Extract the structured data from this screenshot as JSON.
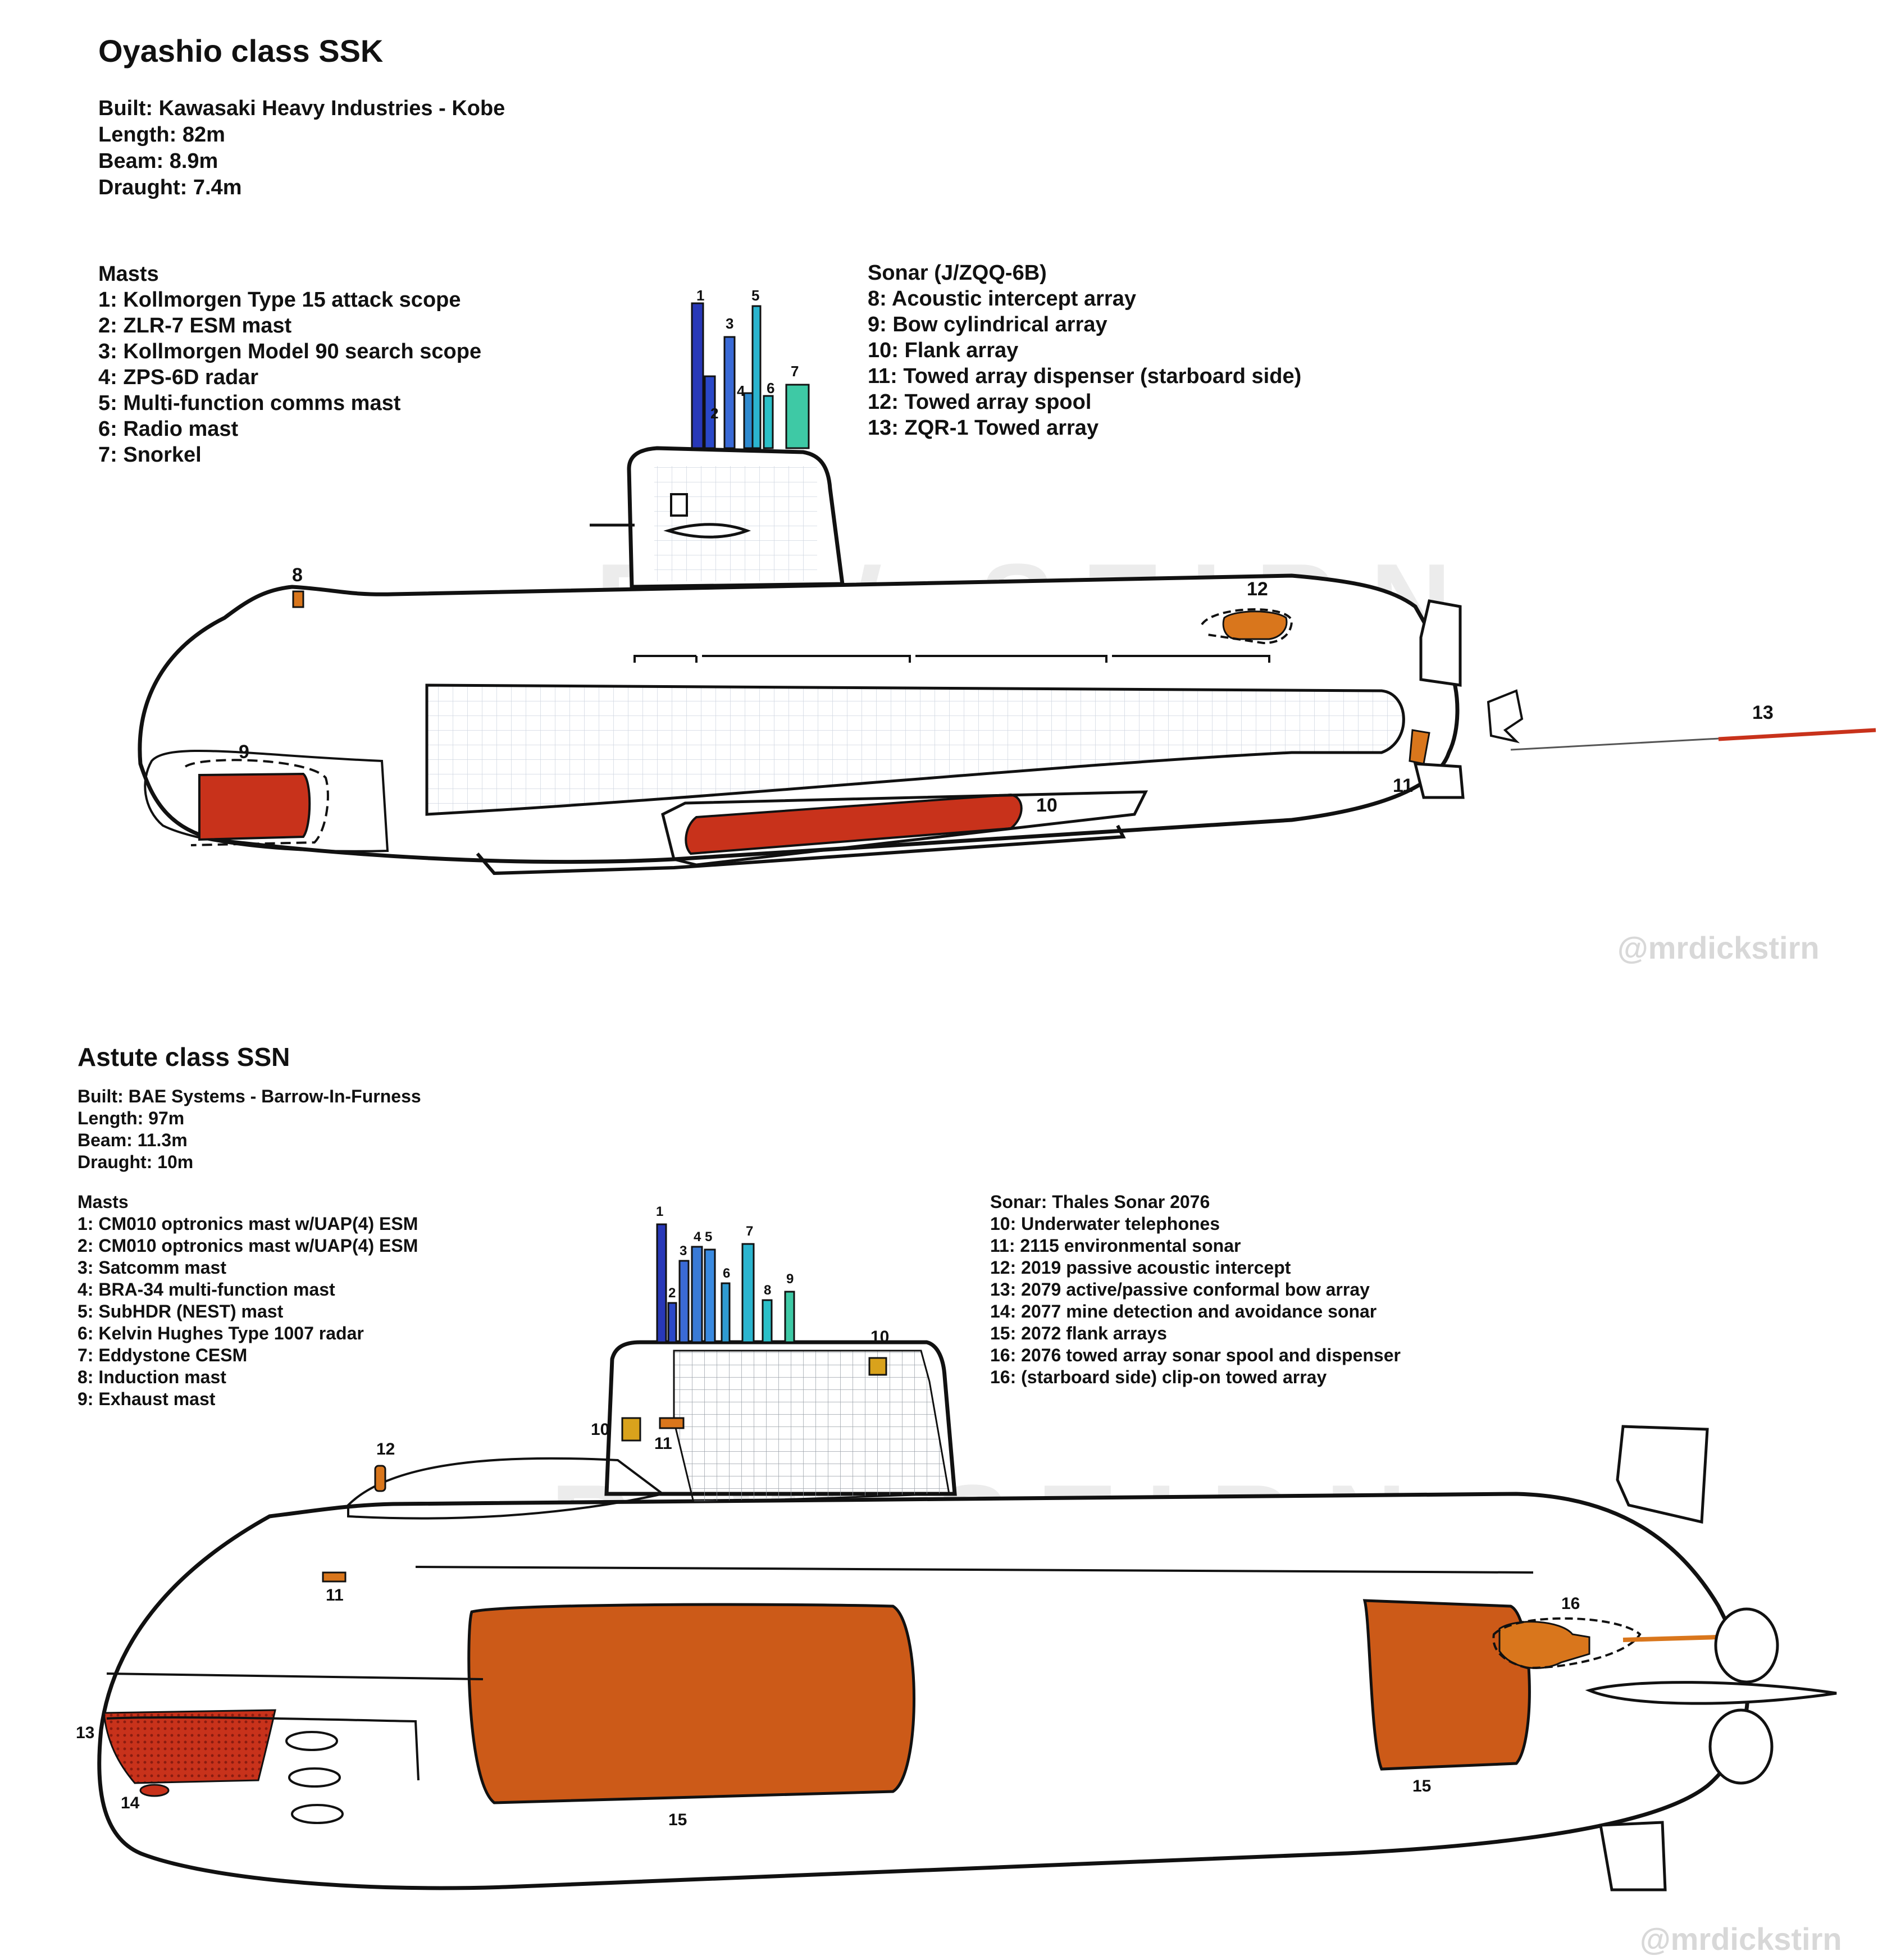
{
  "oyashio": {
    "title": "Oyashio class SSK",
    "specs": [
      "Built: Kawasaki Heavy Industries - Kobe",
      "Length: 82m",
      "Beam: 8.9m",
      "Draught: 7.4m"
    ],
    "masts_heading": "Masts",
    "masts": [
      "1: Kollmorgen Type 15 attack scope",
      "2: ZLR-7 ESM mast",
      "3: Kollmorgen Model 90 search scope",
      "4: ZPS-6D radar",
      "5: Multi-function comms mast",
      "6: Radio mast",
      "7: Snorkel"
    ],
    "sonar_heading": "Sonar (J/ZQQ-6B)",
    "sonar": [
      "8: Acoustic intercept array",
      "9: Bow cylindrical array",
      "10: Flank array",
      "11: Towed array dispenser (starboard side)",
      "12: Towed array spool",
      "13: ZQR-1 Towed array"
    ],
    "callouts": [
      "1",
      "2",
      "3",
      "4",
      "5",
      "6",
      "7",
      "8",
      "9",
      "10",
      "11",
      "12",
      "13"
    ]
  },
  "astute": {
    "title": "Astute class SSN",
    "specs": [
      "Built: BAE Systems - Barrow-In-Furness",
      "Length: 97m",
      "Beam: 11.3m",
      "Draught: 10m"
    ],
    "masts_heading": "Masts",
    "masts": [
      "1: CM010 optronics mast w/UAP(4) ESM",
      "2: CM010 optronics mast w/UAP(4) ESM",
      "3: Satcomm mast",
      "4: BRA-34 multi-function mast",
      "5: SubHDR (NEST) mast",
      "6: Kelvin Hughes Type 1007 radar",
      "7: Eddystone CESM",
      "8: Induction mast",
      "9: Exhaust mast"
    ],
    "sonar_heading": "Sonar: Thales Sonar 2076",
    "sonar": [
      "10: Underwater telephones",
      "11: 2115 environmental sonar",
      "12: 2019 passive acoustic intercept",
      "13: 2079 active/passive conformal bow array",
      "14: 2077 mine detection and avoidance sonar",
      "15: 2072 flank arrays",
      "16: 2076 towed array sonar spool and dispenser",
      "16: (starboard side) clip-on towed array"
    ],
    "callouts": [
      "1",
      "2",
      "3",
      "4",
      "5",
      "6",
      "7",
      "8",
      "9",
      "10",
      "10",
      "11",
      "11",
      "12",
      "13",
      "14",
      "15",
      "15",
      "16"
    ]
  },
  "watermark": "@mrdickstirn",
  "background_watermark": "R W STIRN",
  "colors": {
    "outline": "#111111",
    "hull_fill": "#ffffff",
    "sonar_red": "#c8321b",
    "flank_orange": "#cc5a18",
    "spool_orange": "#d9761c",
    "mast_blue_dark": "#2838b8",
    "mast_blue": "#3a6ad6",
    "mast_cyan": "#2bb5cf",
    "mast_teal": "#3ec9a5",
    "watermark_grey": "#d8d8d8"
  }
}
